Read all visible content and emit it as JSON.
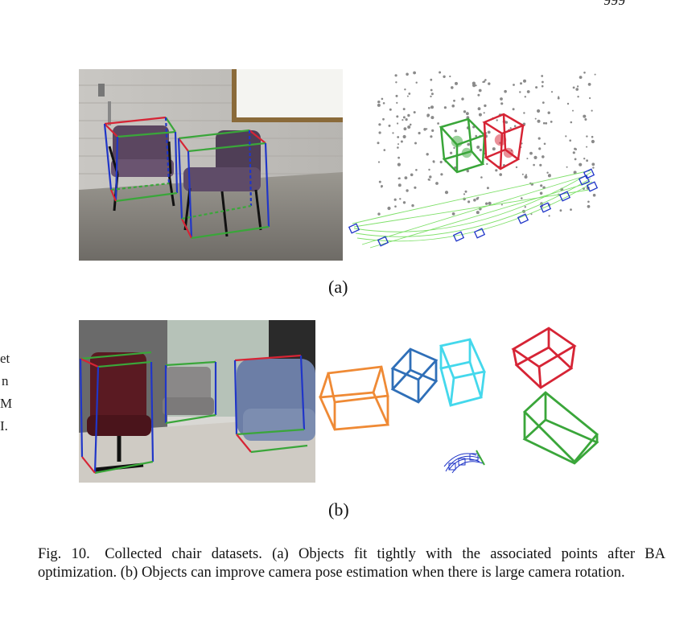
{
  "page_number": "999",
  "side_fragments": [
    "et",
    "n",
    "M",
    "I."
  ],
  "figure": {
    "subfigure_a_label": "(a)",
    "subfigure_b_label": "(b)",
    "caption": "Fig. 10. Collected chair datasets. (a) Objects fit tightly with the associated points after BA optimization. (b) Objects can improve camera pose estimation when there is large camera rotation."
  },
  "colors": {
    "box_red": "#d62435",
    "box_green": "#3aa63a",
    "box_orange": "#ef8a35",
    "box_blue": "#2f6fb8",
    "box_cyan": "#44d8ec",
    "camera_blue": "#2036c8",
    "trajectory_green": "#7fe06a",
    "points_gray": "#8a8a8a"
  }
}
